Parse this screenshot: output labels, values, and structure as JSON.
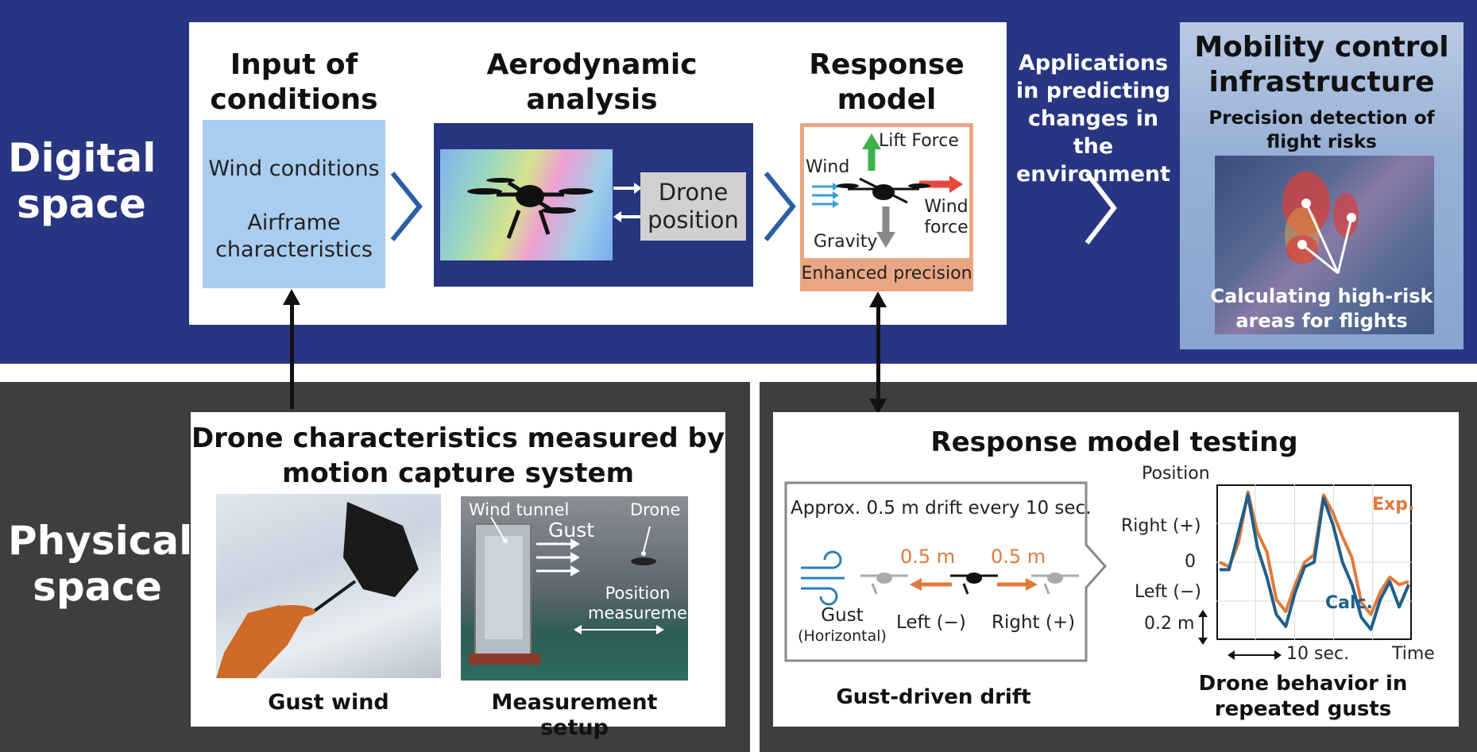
{
  "bands": {
    "digital_label_line1": "Digital",
    "digital_label_line2": "space",
    "physical_label_line1": "Physical",
    "physical_label_line2": "space"
  },
  "digital": {
    "input": {
      "title_line1": "Input of",
      "title_line2": "conditions",
      "item1": "Wind conditions",
      "item2_line1": "Airframe",
      "item2_line2": "characteristics"
    },
    "aero": {
      "title_line1": "Aerodynamic",
      "title_line2": "analysis",
      "pos_line1": "Drone",
      "pos_line2": "position"
    },
    "response": {
      "title_line1": "Response",
      "title_line2": "model",
      "lift": "Lift Force",
      "wind": "Wind",
      "wind_force_line1": "Wind",
      "wind_force_line2": "force",
      "gravity": "Gravity",
      "footer": "Enhanced precision"
    },
    "apps": {
      "line1": "Applications",
      "line2": "in predicting",
      "line3": "changes in the",
      "line4": "environment"
    },
    "mobility": {
      "title_line1": "Mobility control",
      "title_line2": "infrastructure",
      "sub_line1": "Precision detection of",
      "sub_line2": "flight risks",
      "calc_line1": "Calculating high-risk",
      "calc_line2": "areas for flights"
    }
  },
  "physical": {
    "drone_char": {
      "title_line1": "Drone characteristics measured by",
      "title_line2": "motion capture system",
      "photo1_caption": "Gust wind",
      "photo2_caption": "Measurement setup",
      "tunnel_label": "Wind tunnel",
      "gust_label": "Gust",
      "drone_label": "Drone",
      "position_line1": "Position",
      "position_line2": "measurement"
    },
    "testing": {
      "title": "Response model testing",
      "callout_text": "Approx. 0.5 m drift every 10 sec.",
      "dist_left": "0.5 m",
      "dist_right": "0.5 m",
      "gust_line1": "Gust",
      "gust_line2": "(Horizontal)",
      "left": "Left (−)",
      "right": "Right (+)",
      "caption_left": "Gust-driven drift",
      "caption_right_line1": "Drone behavior in",
      "caption_right_line2": "repeated gusts"
    }
  },
  "chart_data": {
    "type": "line",
    "title": "",
    "ylabel": "Position",
    "xlabel": "Time",
    "y_tick_labels": [
      "Right (+)",
      "0",
      "Left (−)"
    ],
    "scale_y_label": "0.2 m",
    "scale_x_label": "10 sec.",
    "ylim": [
      -0.45,
      0.55
    ],
    "x": [
      0,
      1,
      2,
      3,
      4,
      5,
      6,
      7,
      8,
      9,
      10,
      11,
      12,
      13,
      14,
      15,
      16,
      17,
      18,
      19,
      20
    ],
    "series": [
      {
        "name": "Exp.",
        "color": "#e07a3a",
        "values": [
          0.05,
          0.02,
          0.18,
          0.52,
          0.25,
          0.12,
          -0.2,
          -0.28,
          -0.1,
          0.05,
          0.1,
          0.5,
          0.38,
          0.22,
          0.08,
          -0.22,
          -0.3,
          -0.15,
          -0.05,
          -0.1,
          -0.08
        ]
      },
      {
        "name": "Calc.",
        "color": "#1f5f8b",
        "values": [
          0.0,
          0.0,
          0.25,
          0.5,
          0.15,
          -0.05,
          -0.3,
          -0.38,
          -0.15,
          0.02,
          0.05,
          0.48,
          0.3,
          0.05,
          -0.1,
          -0.32,
          -0.4,
          -0.2,
          -0.08,
          -0.25,
          -0.1
        ]
      }
    ],
    "grid": true
  }
}
